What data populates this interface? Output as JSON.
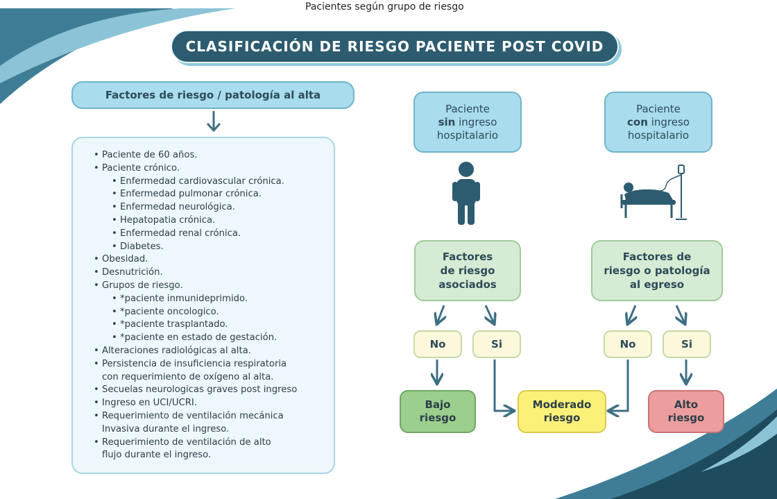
{
  "top_caption": "Pacientes según grupo de riesgo",
  "title": "CLASIFICACIÓN DE RIESGO PACIENTE POST COVID",
  "left": {
    "header": "Factores de riesgo / patología al alta",
    "items": [
      {
        "text": "Paciente de 60 años.",
        "level": 0
      },
      {
        "text": "Paciente crónico.",
        "level": 0
      },
      {
        "text": "Enfermedad cardiovascular crónica.",
        "level": 1
      },
      {
        "text": "Enfermedad pulmonar crónica.",
        "level": 1
      },
      {
        "text": "Enfermedad neurológica.",
        "level": 1
      },
      {
        "text": "Hepatopatia  crónica.",
        "level": 1
      },
      {
        "text": "Enfermedad renal crónica.",
        "level": 1
      },
      {
        "text": "Diabetes.",
        "level": 1
      },
      {
        "text": "Obesidad.",
        "level": 0
      },
      {
        "text": "Desnutrición.",
        "level": 0
      },
      {
        "text": "Grupos de riesgo.",
        "level": 0
      },
      {
        "text": "*paciente inmunideprimido.",
        "level": 1
      },
      {
        "text": "*paciente oncologico.",
        "level": 1
      },
      {
        "text": "*paciente trasplantado.",
        "level": 1
      },
      {
        "text": "*paciente en estado de gestación.",
        "level": 1
      },
      {
        "text": "Alteraciones radiológicas al alta.",
        "level": 0
      },
      {
        "text": "Persistencia de insuficiencia respiratoria",
        "level": 0
      },
      {
        "text": "con requerimiento de oxígeno al alta.",
        "level": 2
      },
      {
        "text": "Secuelas neurologicas graves post ingreso",
        "level": 0
      },
      {
        "text": "Ingreso en UCI/UCRI.",
        "level": 0
      },
      {
        "text": "Requerimiento de ventilación mecánica",
        "level": 0
      },
      {
        "text": "Invasiva durante el ingreso.",
        "level": 2
      },
      {
        "text": "Requerimiento de ventilación de alto",
        "level": 0
      },
      {
        "text": "flujo durante el ingreso.",
        "level": 2
      }
    ]
  },
  "patient_without": {
    "line1": "Paciente",
    "line2_bold": "sin",
    "line2_rest": " ingreso",
    "line3": "hospitalario"
  },
  "patient_with": {
    "line1": "Paciente",
    "line2_bold": "con",
    "line2_rest": " ingreso",
    "line3": "hospitalario"
  },
  "factors_left": {
    "line1": "Factores",
    "line2": "de riesgo",
    "line3": "asociados"
  },
  "factors_right": {
    "line1": "Factores de",
    "line2": "riesgo o patología",
    "line3": "al egreso"
  },
  "no_label": "No",
  "si_label": "Si",
  "low_risk": {
    "line1": "Bajo",
    "line2": "riesgo"
  },
  "moderate_risk": {
    "line1": "Moderado",
    "line2": "riesgo"
  },
  "high_risk": {
    "line1": "Alto",
    "line2": "riesgo"
  },
  "colors": {
    "title_bg": "#2d5b6f",
    "blue_box": "#a9dcec",
    "green_box": "#d6ebd3",
    "yes_no_box": "#fbf8dc",
    "low_risk": "#9ccf8d",
    "moderate_risk": "#fbf078",
    "high_risk": "#ec9d9d",
    "arrow": "#3f6f84",
    "figure": "#2d5b6f"
  }
}
